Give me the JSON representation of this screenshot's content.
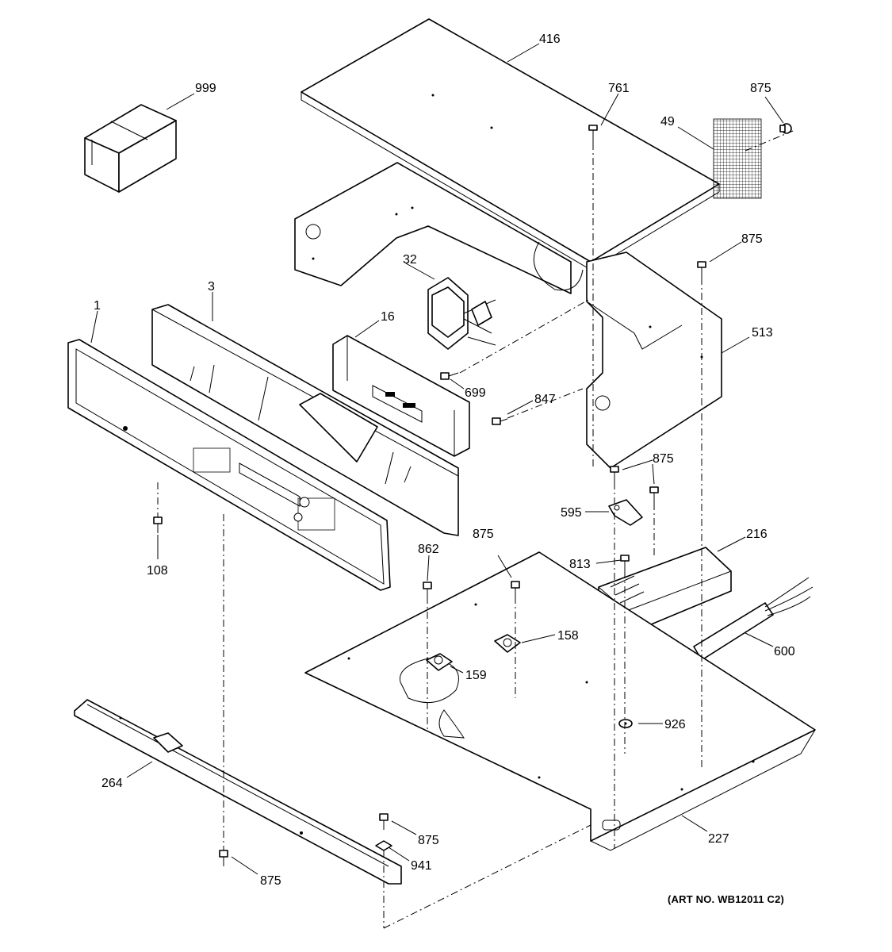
{
  "diagram": {
    "art_number": "(ART NO. WB12011 C2)",
    "callouts": {
      "p416": "416",
      "p999": "999",
      "p761": "761",
      "p875_grille": "875",
      "p49": "49",
      "p875_side": "875",
      "p32": "32",
      "p3": "3",
      "p1": "1",
      "p16": "16",
      "p513": "513",
      "p699": "699",
      "p847": "847",
      "p875_bracket": "875",
      "p595": "595",
      "p108": "108",
      "p862": "862",
      "p875_floor": "875",
      "p216": "216",
      "p813": "813",
      "p158": "158",
      "p600": "600",
      "p159": "159",
      "p926": "926",
      "p264": "264",
      "p875_nut": "875",
      "p941": "941",
      "p875_bottom": "875",
      "p227": "227"
    }
  }
}
